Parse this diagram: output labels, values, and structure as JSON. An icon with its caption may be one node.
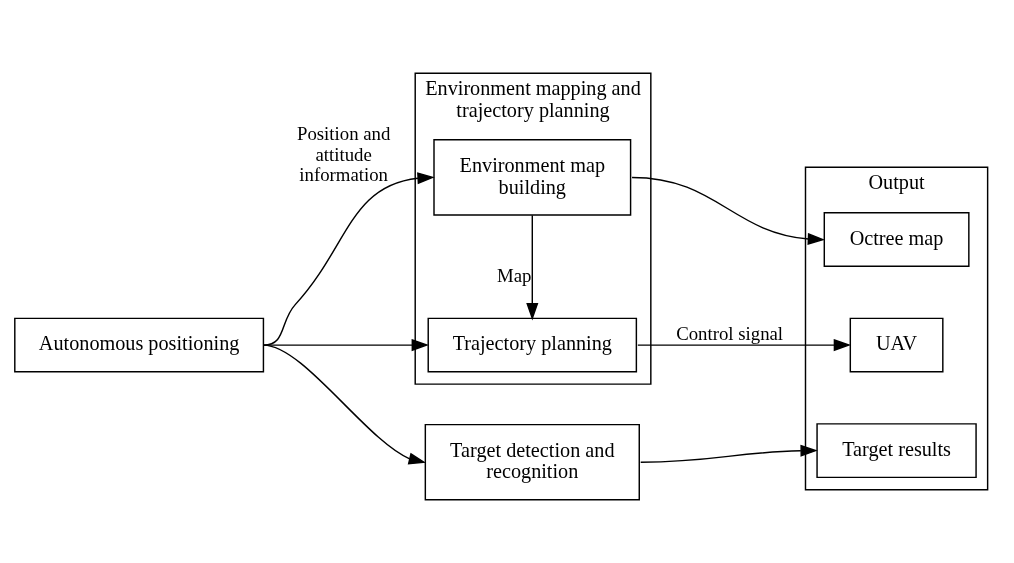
{
  "diagram": {
    "nodes": [
      {
        "text": [
          "Autonomous positioning"
        ]
      },
      {
        "text": [
          "Environment mapping and trajectory planning"
        ]
      },
      {
        "text": [
          "Environment map building"
        ],
        "in": 1
      },
      {
        "text": [
          "Trajectory planning"
        ],
        "in": 1
      },
      {
        "text": [
          "Target detection and recognition"
        ]
      },
      {
        "text": [
          "Output"
        ]
      },
      {
        "text": [
          "Octree map"
        ],
        "in": 5
      },
      {
        "text": [
          "UAV"
        ],
        "in": 5
      },
      {
        "text": [
          "Target results"
        ],
        "in": 5
      }
    ],
    "edges": [
      {
        "from": 0,
        "to": 2,
        "arrow": "to",
        "label": "Position and attitude information"
      },
      {
        "from": 0,
        "to": 3,
        "arrow": "to"
      },
      {
        "from": 0,
        "to": 4,
        "arrow": "to"
      },
      {
        "from": 2,
        "to": 3,
        "arrow": "to",
        "label": "Map"
      },
      {
        "from": 2,
        "to": 6,
        "arrow": "to"
      },
      {
        "from": 3,
        "to": 7,
        "arrow": "to",
        "label": "Control signal"
      },
      {
        "from": 4,
        "to": 8,
        "arrow": "to"
      }
    ]
  }
}
